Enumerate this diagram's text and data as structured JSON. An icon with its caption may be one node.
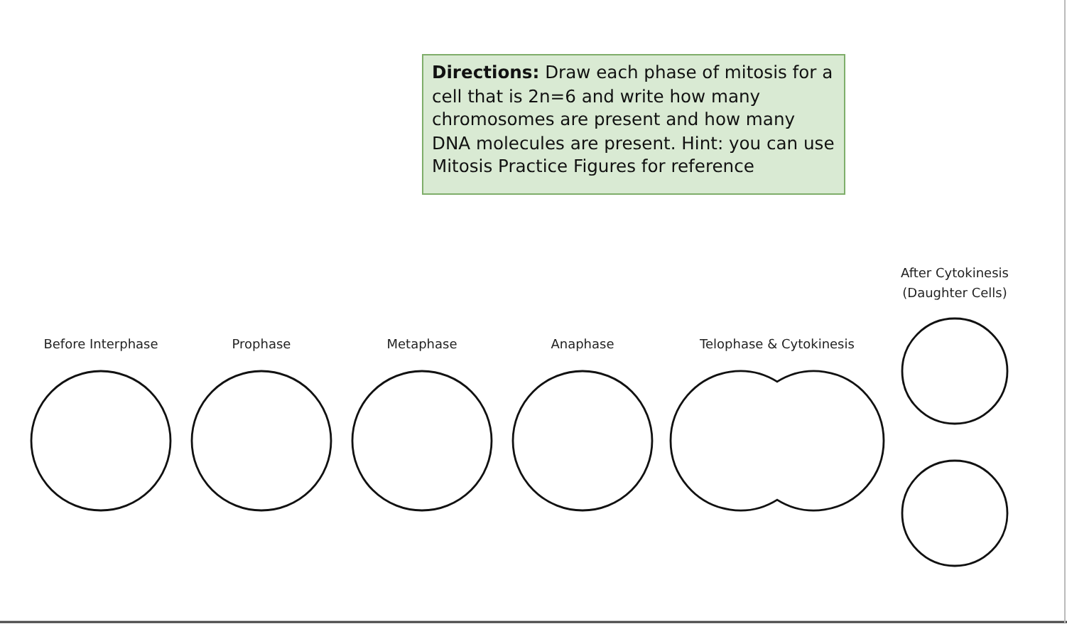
{
  "diagram": {
    "nodes": [
      {
        "text": [
          "**Directions:** Draw each phase of mitosis for a cell that is 2n=6 and write how many chromosomes are present and how many DNA molecules are present. Hint: you can use Mitosis Practice Figures for reference"
        ]
      },
      {
        "text": [
          "Before Interphase"
        ]
      },
      {
        "text": [
          "Prophase"
        ]
      },
      {
        "text": [
          "Metaphase"
        ]
      },
      {
        "text": [
          "Anaphase"
        ]
      },
      {
        "text": [
          "Telophase & Cytokinesis"
        ]
      },
      {
        "text": [
          "After Cytokinesis (Daughter Cells)"
        ]
      },
      {
        "text": [],
        "shape": "circle"
      }
    ]
  }
}
